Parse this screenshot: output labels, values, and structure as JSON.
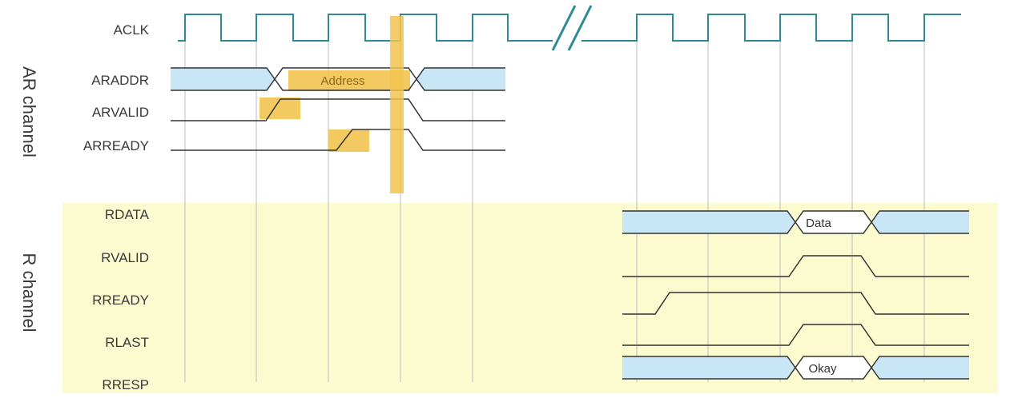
{
  "channels": {
    "ar": "AR channel",
    "r": "R channel"
  },
  "signals": {
    "aclk": "ACLK",
    "araddr": "ARADDR",
    "arvalid": "ARVALID",
    "arready": "ARREADY",
    "rdata": "RDATA",
    "rvalid": "RVALID",
    "rready": "RREADY",
    "rlast": "RLAST",
    "rresp": "RRESP"
  },
  "bus_values": {
    "address": "Address",
    "data": "Data",
    "okay": "Okay"
  },
  "colors": {
    "clock": "#2b8a94",
    "line": "#333333",
    "bus_fill": "#c9e6f7",
    "highlight": "#f2c450",
    "r_channel_bg": "#fbfbcf",
    "gridline": "#bdbdbd"
  }
}
